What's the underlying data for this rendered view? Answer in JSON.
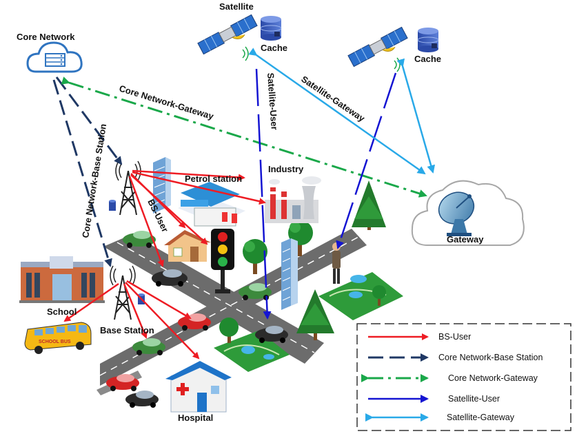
{
  "labels": {
    "satellite": "Satellite",
    "cache_1": "Cache",
    "cache_2": "Cache",
    "core_network": "Core Network",
    "petrol_station": "Petrol station",
    "industry": "Industry",
    "school": "School",
    "base_station": "Base Station",
    "hospital": "Hospital",
    "gateway": "Gateway"
  },
  "link_labels": {
    "core_network_gateway": "Core Network-Gateway",
    "core_network_base_station": "Core Network-Base Station",
    "satellite_user": "Satellite-User",
    "satellite_gateway": "Satellite-Gateway",
    "bs_user": "BS-User"
  },
  "legend": [
    {
      "label": "BS-User",
      "color": "#ee1c24",
      "style": "solid"
    },
    {
      "label": "Core Network-Base Station",
      "color": "#1f3864",
      "style": "dash"
    },
    {
      "label": "Core Network-Gateway",
      "color": "#1aa84a",
      "style": "dashdot"
    },
    {
      "label": "Satellite-User",
      "color": "#1414d2",
      "style": "solid"
    },
    {
      "label": "Satellite-Gateway",
      "color": "#29a9e8",
      "style": "solid"
    }
  ],
  "bus_text": "SCHOOL BUS"
}
